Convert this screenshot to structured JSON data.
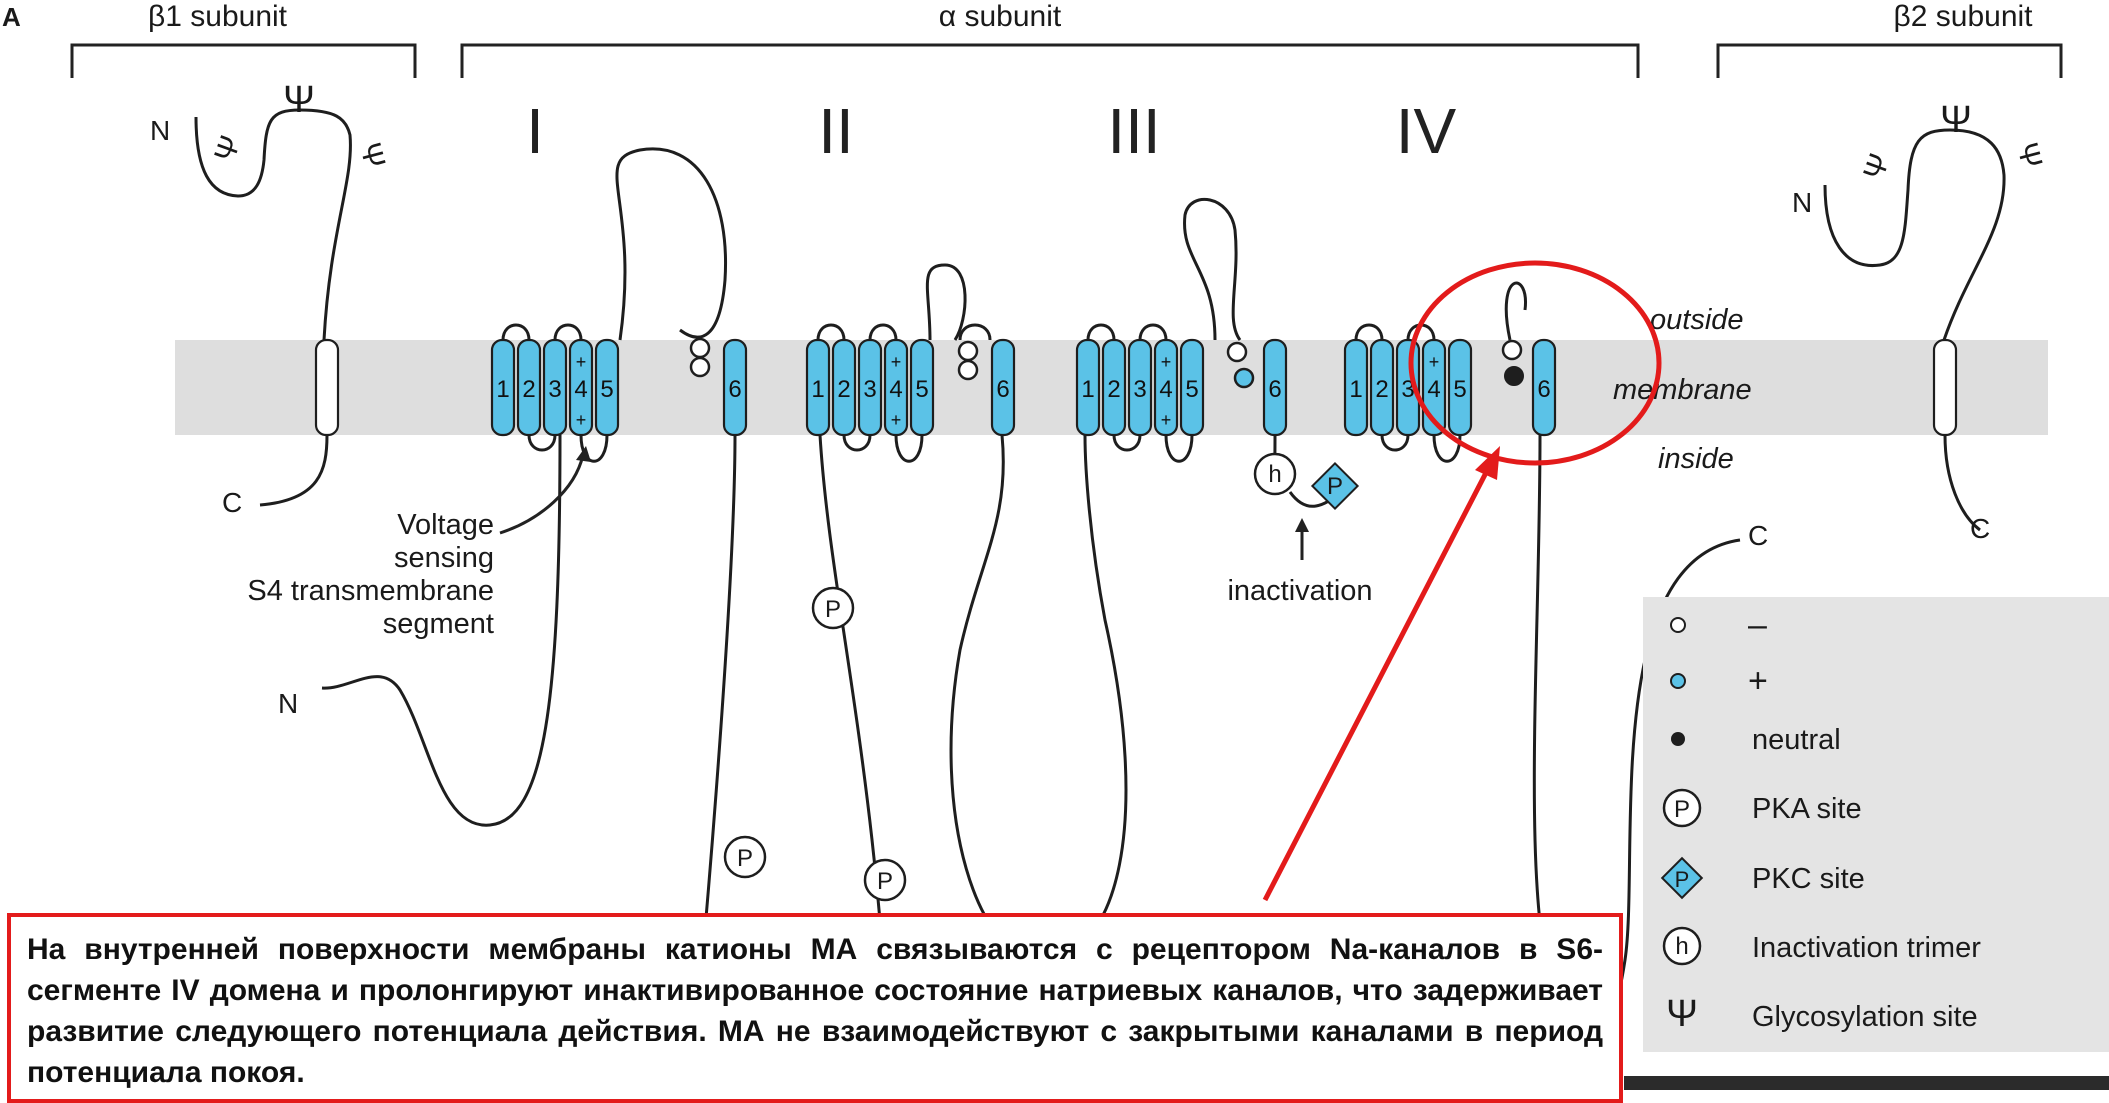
{
  "panel_letter": "A",
  "subunits": {
    "beta1": "β1 subunit",
    "alpha": "α subunit",
    "beta2": "β2 subunit"
  },
  "domains": [
    "I",
    "II",
    "III",
    "IV"
  ],
  "segment_numbers": [
    "1",
    "2",
    "3",
    "4",
    "5",
    "6"
  ],
  "membrane_labels": {
    "outside": "outside",
    "membrane": "membrane",
    "inside": "inside"
  },
  "terminus": {
    "n": "N",
    "c": "C"
  },
  "annotations": {
    "voltage_sensing": [
      "Voltage",
      "sensing",
      "S4 transmembrane",
      "segment"
    ],
    "inactivation": "inactivation",
    "h": "h",
    "p": "P"
  },
  "legend": {
    "negative": "–",
    "positive": "+",
    "neutral": "neutral",
    "pka": "PKA site",
    "pkc": "PKC site",
    "inactivation_trimer": "Inactivation trimer",
    "glycosylation": "Glycosylation site",
    "glycosylation_symbol": "Ψ"
  },
  "callout_text": "На внутренней поверхности мембраны катионы МА связываются с рецептором Na-каналов в S6-сегменте IV домена и пролонгируют инактивированное состояние натриевых каналов, что задерживает развитие следующего потенциала действия. МА не взаимодействуют с закрытыми каналами в период потенциала покоя.",
  "colors": {
    "membrane_band": "#dedede",
    "segment_fill": "#5bc2e7",
    "highlight_red": "#e31b1b",
    "legend_bg": "#e4e4e4"
  }
}
